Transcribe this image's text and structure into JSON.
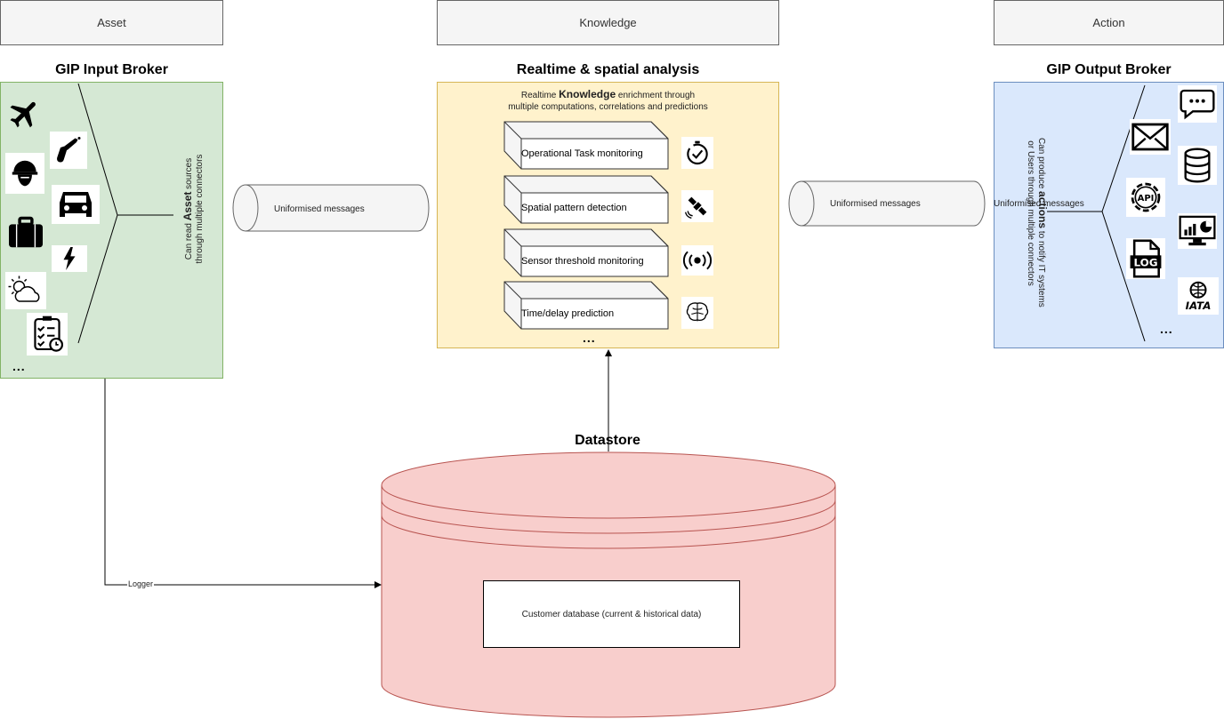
{
  "headers": {
    "asset": "Asset",
    "knowledge": "Knowledge",
    "action": "Action"
  },
  "input_broker": {
    "title": "GIP Input Broker",
    "desc_prefix": "Can read ",
    "desc_bold": "Asset",
    "desc_suffix": " sources",
    "desc_line2": "through multiple connectors",
    "more": "...",
    "icons": [
      "airplane-icon",
      "fuel-pump-icon",
      "helmet-icon",
      "car-icon",
      "suitcase-icon",
      "lightning-icon",
      "weather-icon",
      "checklist-icon"
    ]
  },
  "analysis": {
    "title": "Realtime & spatial analysis",
    "desc_prefix": "Realtime ",
    "desc_bold": "Knowledge",
    "desc_suffix": " enrichment through",
    "desc_line2": "multiple computations, correlations and predictions",
    "modules": [
      {
        "label": "Operational Task monitoring",
        "icon": "stopwatch-icon"
      },
      {
        "label": "Spatial pattern detection",
        "icon": "satellite-icon"
      },
      {
        "label": "Sensor threshold monitoring",
        "icon": "signal-icon"
      },
      {
        "label": "Time/delay prediction",
        "icon": "brain-icon"
      }
    ],
    "more": "..."
  },
  "output_broker": {
    "title": "GIP Output Broker",
    "desc_prefix": "Can produce ",
    "desc_bold": "actions",
    "desc_suffix": " to notify IT systems",
    "desc_line2": "or Users through multiple connectors",
    "more": "...",
    "icons": [
      "chat-icon",
      "mail-icon",
      "database-icon",
      "api-icon",
      "dashboard-icon",
      "log-file-icon",
      "iata-icon"
    ]
  },
  "queues": {
    "left_label": "Uniformised messages",
    "right_label": "Uniformised messages",
    "right_overlap_label": "Uniformised messages"
  },
  "datastore": {
    "title": "Datastore",
    "inner_label": "Customer database (current & historical data)"
  },
  "logger_label": "Logger",
  "colors": {
    "green_panel": "#d5e8d4",
    "green_border": "#82b366",
    "yellow_panel": "#fff2cc",
    "yellow_border": "#d6b656",
    "blue_panel": "#dae8fc",
    "blue_border": "#6c8ebf",
    "red_store": "#f8cecc",
    "red_border": "#b85450"
  }
}
